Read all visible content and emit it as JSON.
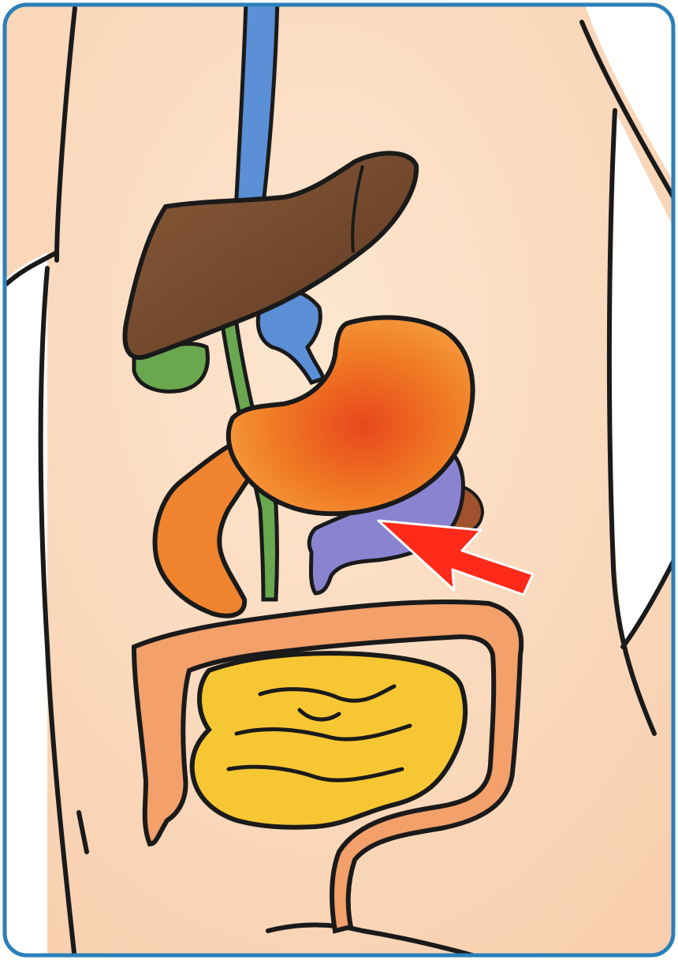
{
  "diagram": {
    "subject": "digestive-system",
    "organs": [
      {
        "id": "esophagus",
        "color": "#5b8fd6"
      },
      {
        "id": "liver",
        "color": "#7a4a2a"
      },
      {
        "id": "gallbladder",
        "color": "#6aa84f"
      },
      {
        "id": "stomach",
        "color": "#f07a24"
      },
      {
        "id": "pancreas",
        "color": "#8a84d0"
      },
      {
        "id": "spleen",
        "color": "#a0522d"
      },
      {
        "id": "duodenum",
        "color": "#f0842e"
      },
      {
        "id": "large-intestine",
        "color": "#f3a06a"
      },
      {
        "id": "small-intestine",
        "color": "#f7c733"
      }
    ],
    "pointer": {
      "target": "pancreas",
      "color": "#ff2a1a"
    },
    "colors": {
      "skin": "#fcdcc0",
      "outline": "#1a1a1a",
      "frame_border": "#2a7fb8",
      "background": "#ffffff"
    }
  }
}
